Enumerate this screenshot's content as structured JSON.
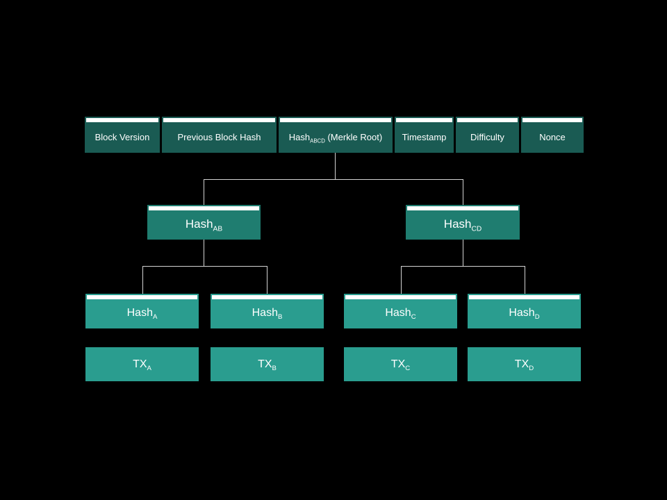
{
  "colors": {
    "canvas-bg": "#000000",
    "header-cell-bg": "#1a5b53",
    "branch-node-bg": "#1f7d70",
    "leaf-node-bg": "#2a9d8f",
    "tx-node-bg": "#2a9d8f",
    "connector": "#d4d4d4",
    "accent-bar": "#ffffff",
    "text": "#ffffff"
  },
  "header": {
    "cells": [
      {
        "label": "Block Version"
      },
      {
        "label": "Previous Block Hash"
      },
      {
        "pre": "Hash",
        "sub": "ABCD",
        "post": " (Merkle Root)"
      },
      {
        "label": "Timestamp"
      },
      {
        "label": "Difficulty"
      },
      {
        "label": "Nonce"
      }
    ]
  },
  "tree": {
    "branches": [
      {
        "pre": "Hash",
        "sub": "AB"
      },
      {
        "pre": "Hash",
        "sub": "CD"
      }
    ],
    "leaves": [
      {
        "pre": "Hash",
        "sub": "A"
      },
      {
        "pre": "Hash",
        "sub": "B"
      },
      {
        "pre": "Hash",
        "sub": "C"
      },
      {
        "pre": "Hash",
        "sub": "D"
      }
    ],
    "transactions": [
      {
        "pre": "TX",
        "sub": "A"
      },
      {
        "pre": "TX",
        "sub": "B"
      },
      {
        "pre": "TX",
        "sub": "C"
      },
      {
        "pre": "TX",
        "sub": "D"
      }
    ]
  }
}
